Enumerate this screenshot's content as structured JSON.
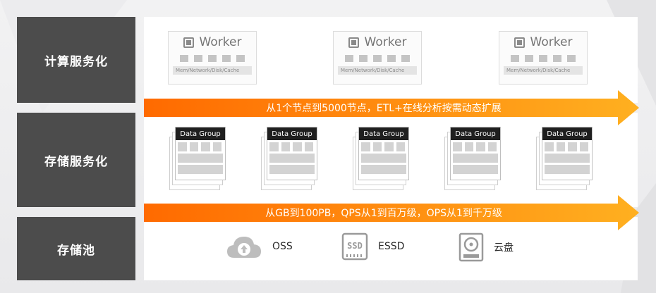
{
  "layers": [
    {
      "label": "计算服务化"
    },
    {
      "label": "存储服务化"
    },
    {
      "label": "存储池"
    }
  ],
  "workers": [
    {
      "title": "Worker",
      "footer": "Mem/Network/Disk/Cache"
    },
    {
      "title": "Worker",
      "footer": "Mem/Network/Disk/Cache"
    },
    {
      "title": "Worker",
      "footer": "Mem/Network/Disk/Cache"
    }
  ],
  "arrows": [
    {
      "text": "从1个节点到5000节点，ETL+在线分析按需动态扩展"
    },
    {
      "text": "从GB到100PB，QPS从1到百万级，OPS从1到千万级"
    }
  ],
  "data_groups": [
    {
      "title": "Data Group"
    },
    {
      "title": "Data Group"
    },
    {
      "title": "Data Group"
    },
    {
      "title": "Data Group"
    },
    {
      "title": "Data Group"
    }
  ],
  "storage": [
    {
      "label": "OSS",
      "icon": "cloud-upload-icon"
    },
    {
      "label": "ESSD",
      "icon": "ssd-icon"
    },
    {
      "label": "云盘",
      "icon": "disk-icon"
    }
  ],
  "colors": {
    "label_bg": "#4c4c4c",
    "arrow_start": "#ff6a00",
    "arrow_end": "#ffb020",
    "panel_bg": "#ffffff"
  }
}
